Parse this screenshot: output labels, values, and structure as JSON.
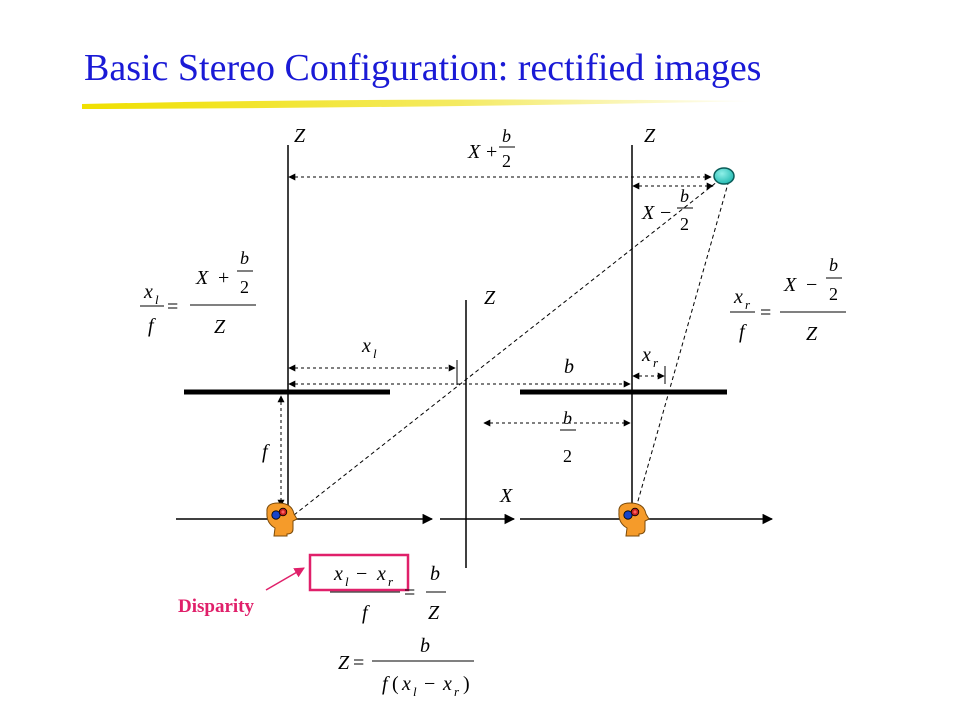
{
  "slide": {
    "title": "Basic Stereo Configuration: rectified images",
    "disparity_label": "Disparity",
    "accent_color": "#e0206a",
    "title_color": "#1a1ad6"
  },
  "diagram": {
    "axis_labels": {
      "left_z": "Z",
      "right_z": "Z",
      "center_z": "Z",
      "center_x": "X"
    },
    "dimension_labels": {
      "x_plus_b_half": {
        "X": "X",
        "op": "+",
        "num": "b",
        "den": "2"
      },
      "x_minus_b_half": {
        "X": "X",
        "op": "−",
        "num": "b",
        "den": "2"
      },
      "xl": {
        "base": "x",
        "sub": "l"
      },
      "xr": {
        "base": "x",
        "sub": "r"
      },
      "b": "b",
      "b_half": {
        "num": "b",
        "den": "2"
      },
      "f": "f"
    },
    "equations": {
      "left": {
        "lhs_num": "x",
        "lhs_num_sub": "l",
        "lhs_den": "f",
        "eq": "=",
        "rhs_num_a": "X",
        "rhs_num_op": "+",
        "rhs_frac_num": "b",
        "rhs_frac_den": "2",
        "rhs_den": "Z"
      },
      "right": {
        "lhs_num": "x",
        "lhs_num_sub": "r",
        "lhs_den": "f",
        "eq": "=",
        "rhs_num_a": "X",
        "rhs_num_op": "−",
        "rhs_frac_num": "b",
        "rhs_frac_den": "2",
        "rhs_den": "Z"
      },
      "disparity": {
        "num_a": "x",
        "sub_a": "l",
        "op": "−",
        "num_b": "x",
        "sub_b": "r",
        "den": "f",
        "eq": "=",
        "rhs_num": "b",
        "rhs_den": "Z"
      },
      "depth": {
        "lhs": "Z",
        "eq": "=",
        "num": "b",
        "den_f": "f",
        "den_open": "(",
        "den_x1": "x",
        "den_sub1": "l",
        "den_op": "−",
        "den_x2": "x",
        "den_sub2": "r",
        "den_close": ")"
      }
    }
  }
}
